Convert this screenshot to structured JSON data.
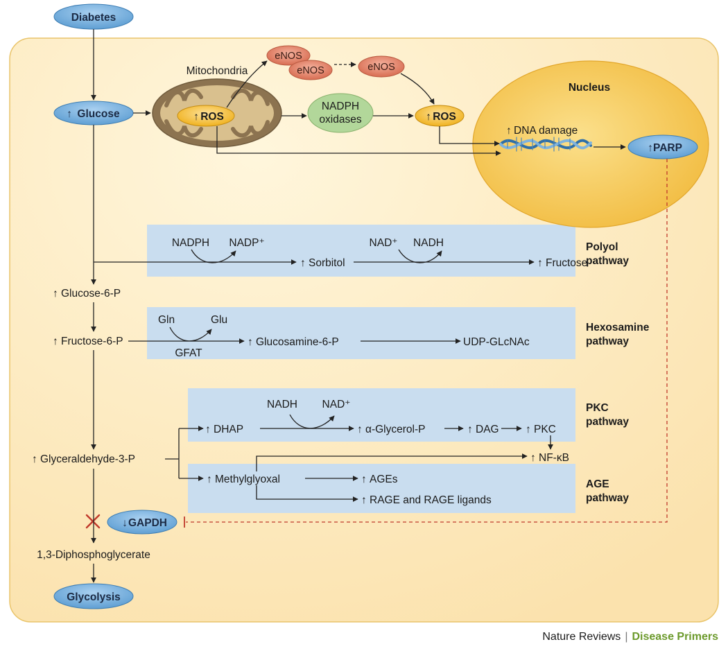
{
  "start": "Diabetes",
  "glucose": "Glucose",
  "mitochondria": "Mitochondria",
  "ros_mito": "ROS",
  "enos1": "eNOS",
  "enos2": "eNOS",
  "enos3": "eNOS",
  "nadph_oxidases_line1": "NADPH",
  "nadph_oxidases_line2": "oxidases",
  "ros2": "ROS",
  "nucleus": "Nucleus",
  "dna_damage": "DNA damage",
  "parp": "PARP",
  "polyol": {
    "title_line1": "Polyol",
    "title_line2": "pathway",
    "cofactor_in1": "NADPH",
    "cofactor_out1": "NADP⁺",
    "product1": "Sorbitol",
    "cofactor_in2": "NAD⁺",
    "cofactor_out2": "NADH",
    "product2": "Fructose"
  },
  "glucose6p": "Glucose-6-P",
  "hexosamine": {
    "title_line1": "Hexosamine",
    "title_line2": "pathway",
    "gln": "Gln",
    "glu": "Glu",
    "gfat": "GFAT",
    "product1": "Glucosamine-6-P",
    "product2": "UDP-GLcNAc"
  },
  "fructose6p": "Fructose-6-P",
  "pkc": {
    "title_line1": "PKC",
    "title_line2": "pathway",
    "cofactor_in": "NADH",
    "cofactor_out": "NAD⁺",
    "dhap": "DHAP",
    "glycerol": "α-Glycerol-P",
    "dag": "DAG",
    "pkc": "PKC",
    "nfkb": "NF-κB"
  },
  "glyceraldehyde3p": "Glyceraldehyde-3-P",
  "age": {
    "title_line1": "AGE",
    "title_line2": "pathway",
    "methylglyoxal": "Methylglyoxal",
    "ages": "AGEs",
    "rage": "RAGE and RAGE ligands"
  },
  "gapdh": "GAPDH",
  "diphosphoglycerate": "1,3-Diphosphoglycerate",
  "glycolysis": "Glycolysis",
  "credit": {
    "publisher": "Nature Reviews",
    "separator": "|",
    "series": "Disease Primers"
  },
  "colors": {
    "panel_fill": "#fcebc1",
    "panel_stroke": "#e9c46a",
    "pathway_box": "#c9ddef",
    "blue_node": "#79b3e1",
    "enos": "#e88c73",
    "nadph": "#b2d79a",
    "ros": "#f6c03c",
    "nucleus": "#f5c75a",
    "mitochondria": "#8c7350",
    "inhibit": "#c0392b",
    "accent_green": "#6c9a2c"
  }
}
